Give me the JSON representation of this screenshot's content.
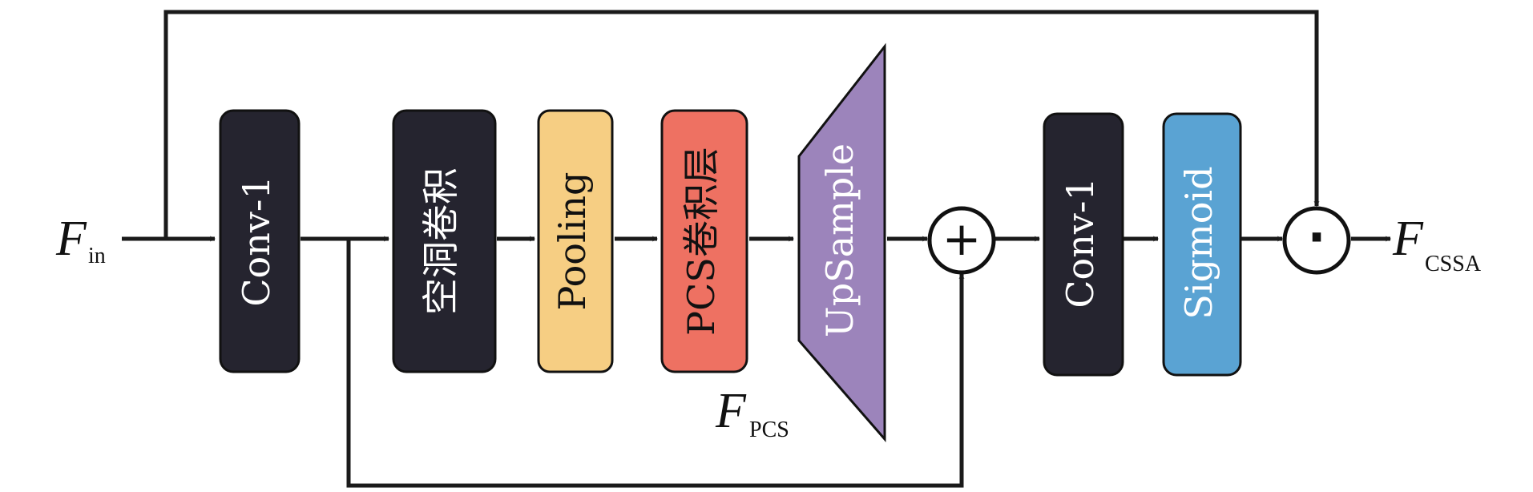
{
  "inputs": {
    "f_in": {
      "main": "F",
      "sub": "in"
    },
    "f_pcs": {
      "main": "F",
      "sub": "PCS"
    },
    "f_out": {
      "main": "F",
      "sub": "CSSA"
    }
  },
  "blocks": {
    "conv1_a": {
      "label": "Conv-1",
      "color": "#25242f",
      "text_color": "#ffffff"
    },
    "dilated_conv": {
      "label": "空洞卷积",
      "color": "#25242f",
      "text_color": "#ffffff"
    },
    "pooling": {
      "label": "Pooling",
      "color": "#f6ce83",
      "text_color": "#111111"
    },
    "pcs_conv": {
      "label": "PCS卷积层",
      "color": "#ee7162",
      "text_color": "#111111"
    },
    "upsample": {
      "label": "UpSample",
      "color": "#9c84bb",
      "text_color": "#ffffff"
    },
    "conv1_b": {
      "label": "Conv-1",
      "color": "#25242f",
      "text_color": "#ffffff"
    },
    "sigmoid": {
      "label": "Sigmoid",
      "color": "#5aa3d3",
      "text_color": "#ffffff"
    }
  },
  "operators": {
    "add": {
      "symbol": "+"
    },
    "multiply": {
      "symbol": "·"
    }
  }
}
